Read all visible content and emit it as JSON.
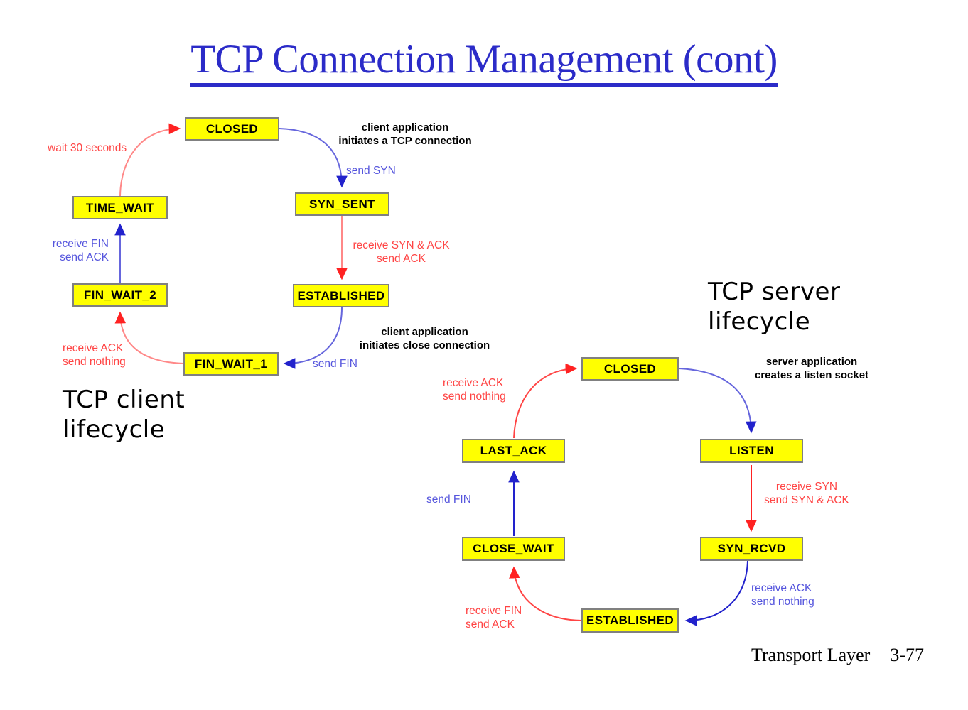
{
  "slide": {
    "title": "TCP Connection Management (cont)",
    "footer_label": "Transport Layer",
    "footer_page": "3-77",
    "colors": {
      "title": "#2b2bc8",
      "state_fill": "#ffff00",
      "state_border": "#808080",
      "red_edge": "#ff4444",
      "blue_edge": "#5555dd",
      "black_text": "#000000"
    }
  },
  "client_lifecycle": {
    "caption": "TCP client\nlifecycle",
    "states": [
      {
        "id": "closed",
        "label": "CLOSED"
      },
      {
        "id": "syn_sent",
        "label": "SYN_SENT"
      },
      {
        "id": "established",
        "label": "ESTABLISHED"
      },
      {
        "id": "fin_wait_1",
        "label": "FIN_WAIT_1"
      },
      {
        "id": "fin_wait_2",
        "label": "FIN_WAIT_2"
      },
      {
        "id": "time_wait",
        "label": "TIME_WAIT"
      }
    ],
    "transitions": [
      {
        "id": "c1",
        "from": "closed",
        "to": "syn_sent",
        "event": "client application\ninitiates a TCP connection",
        "action": "send SYN",
        "event_color": "black",
        "action_color": "blue",
        "arrow_color": "blue"
      },
      {
        "id": "c2",
        "from": "syn_sent",
        "to": "established",
        "event": "",
        "action": "receive SYN & ACK\nsend ACK",
        "event_color": "",
        "action_color": "red",
        "arrow_color": "red"
      },
      {
        "id": "c3",
        "from": "established",
        "to": "fin_wait_1",
        "event": "client application\ninitiates close connection",
        "action": "send FIN",
        "event_color": "black",
        "action_color": "blue",
        "arrow_color": "blue"
      },
      {
        "id": "c4",
        "from": "fin_wait_1",
        "to": "fin_wait_2",
        "event": "",
        "action": "receive  ACK\nsend nothing",
        "event_color": "",
        "action_color": "red",
        "arrow_color": "red"
      },
      {
        "id": "c5",
        "from": "fin_wait_2",
        "to": "time_wait",
        "event": "",
        "action": "receive FIN\nsend ACK",
        "event_color": "",
        "action_color": "blue",
        "arrow_color": "blue"
      },
      {
        "id": "c6",
        "from": "time_wait",
        "to": "closed",
        "event": "",
        "action": "wait 30 seconds",
        "event_color": "",
        "action_color": "red",
        "arrow_color": "red"
      }
    ]
  },
  "server_lifecycle": {
    "caption": "TCP server\nlifecycle",
    "states": [
      {
        "id": "closed",
        "label": "CLOSED"
      },
      {
        "id": "listen",
        "label": "LISTEN"
      },
      {
        "id": "syn_rcvd",
        "label": "SYN_RCVD"
      },
      {
        "id": "established",
        "label": "ESTABLISHED"
      },
      {
        "id": "close_wait",
        "label": "CLOSE_WAIT"
      },
      {
        "id": "last_ack",
        "label": "LAST_ACK"
      }
    ],
    "transitions": [
      {
        "id": "s1",
        "from": "closed",
        "to": "listen",
        "event": "server application\ncreates a listen socket",
        "action": "",
        "event_color": "black",
        "action_color": "",
        "arrow_color": "blue"
      },
      {
        "id": "s2",
        "from": "listen",
        "to": "syn_rcvd",
        "event": "",
        "action": "receive SYN\nsend SYN & ACK",
        "event_color": "",
        "action_color": "red",
        "arrow_color": "red"
      },
      {
        "id": "s3",
        "from": "syn_rcvd",
        "to": "established",
        "event": "",
        "action": "receive  ACK\nsend nothing",
        "event_color": "",
        "action_color": "blue",
        "arrow_color": "blue"
      },
      {
        "id": "s4",
        "from": "established",
        "to": "close_wait",
        "event": "",
        "action": "receive FIN\nsend ACK",
        "event_color": "",
        "action_color": "red",
        "arrow_color": "red"
      },
      {
        "id": "s5",
        "from": "close_wait",
        "to": "last_ack",
        "event": "",
        "action": "send FIN",
        "event_color": "",
        "action_color": "blue",
        "arrow_color": "blue"
      },
      {
        "id": "s6",
        "from": "last_ack",
        "to": "closed",
        "event": "",
        "action": "receive  ACK\nsend nothing",
        "event_color": "",
        "action_color": "red",
        "arrow_color": "red"
      }
    ]
  }
}
